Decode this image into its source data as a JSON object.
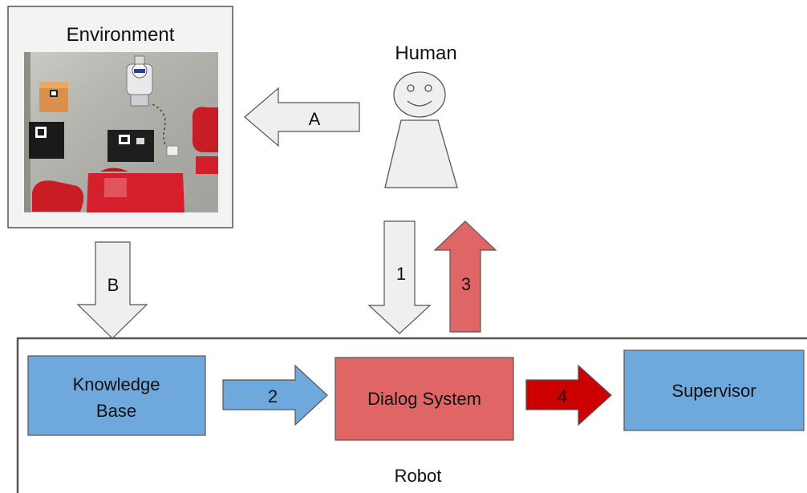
{
  "environment": {
    "title": "Environment"
  },
  "human": {
    "title": "Human"
  },
  "robot": {
    "title": "Robot"
  },
  "boxes": {
    "knowledge_base_line1": "Knowledge",
    "knowledge_base_line2": "Base",
    "dialog_system": "Dialog System",
    "supervisor": "Supervisor"
  },
  "arrows": {
    "a": "A",
    "b": "B",
    "one": "1",
    "two": "2",
    "three": "3",
    "four": "4"
  },
  "colors": {
    "blue_box": "#6fa8dc",
    "red_box": "#e06666",
    "dark_red": "#cc0000",
    "gray_arrow": "#efefef",
    "room_floor": "#b8b8b0",
    "sofa_red": "#d51f2c"
  }
}
